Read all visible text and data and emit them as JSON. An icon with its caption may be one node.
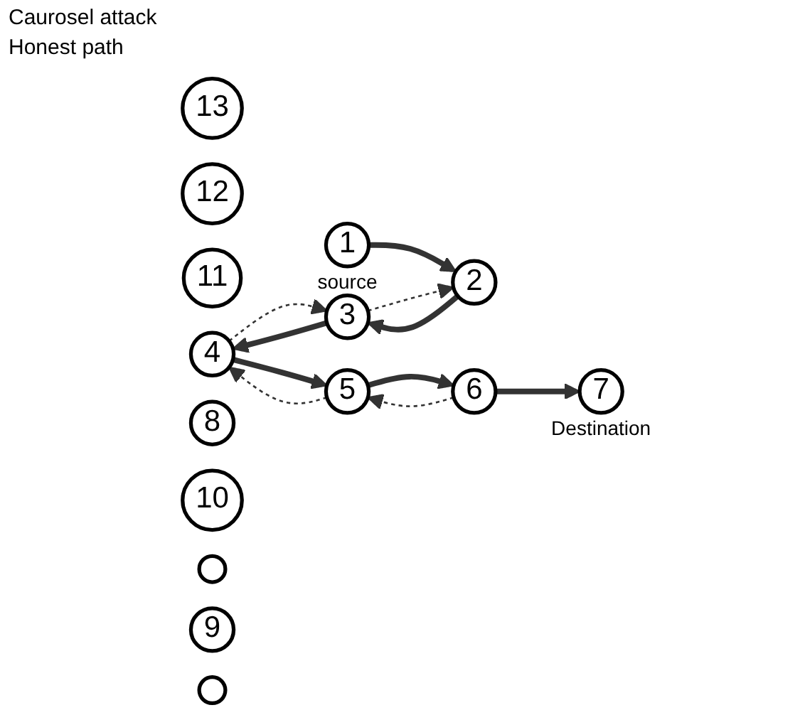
{
  "diagram": {
    "nodes": [
      {
        "text": [
          "13"
        ]
      },
      {
        "text": [
          "12"
        ]
      },
      {
        "text": [
          "11"
        ]
      },
      {
        "text": [
          "4"
        ]
      },
      {
        "text": [
          "8"
        ]
      },
      {
        "text": [
          "10"
        ]
      },
      {
        "text": [],
        "shape": "circle"
      },
      {
        "text": [
          "9"
        ]
      },
      {
        "text": [
          "3"
        ]
      },
      {
        "text": [
          "5"
        ]
      },
      {
        "text": [],
        "shape": "circle"
      },
      {
        "text": [
          "2"
        ]
      },
      {
        "text": [
          "6"
        ]
      },
      {
        "text": [
          "1"
        ],
        "beside": [
          "source"
        ]
      },
      {
        "text": [
          "7"
        ],
        "beside": [
          "Destination"
        ]
      }
    ],
    "edges": [
      {
        "from": 13,
        "to": 11,
        "arrow": "to"
      },
      {
        "from": 11,
        "to": 8,
        "arrow": "to"
      },
      {
        "from": 8,
        "to": 3,
        "arrow": "to"
      },
      {
        "from": 3,
        "to": 9,
        "arrow": "to"
      },
      {
        "from": 9,
        "to": 12,
        "arrow": "to"
      },
      {
        "from": 12,
        "to": 14,
        "arrow": "to"
      },
      {
        "from": 3,
        "to": 8,
        "arrow": "to",
        "style": "dashed"
      },
      {
        "from": 8,
        "to": 11,
        "arrow": "to",
        "style": "dashed"
      },
      {
        "from": 9,
        "to": 3,
        "arrow": "to",
        "style": "dashed"
      },
      {
        "from": 12,
        "to": 9,
        "arrow": "to",
        "style": "dashed"
      }
    ],
    "labels": [
      "Caurosel attack",
      "Honest path"
    ]
  }
}
